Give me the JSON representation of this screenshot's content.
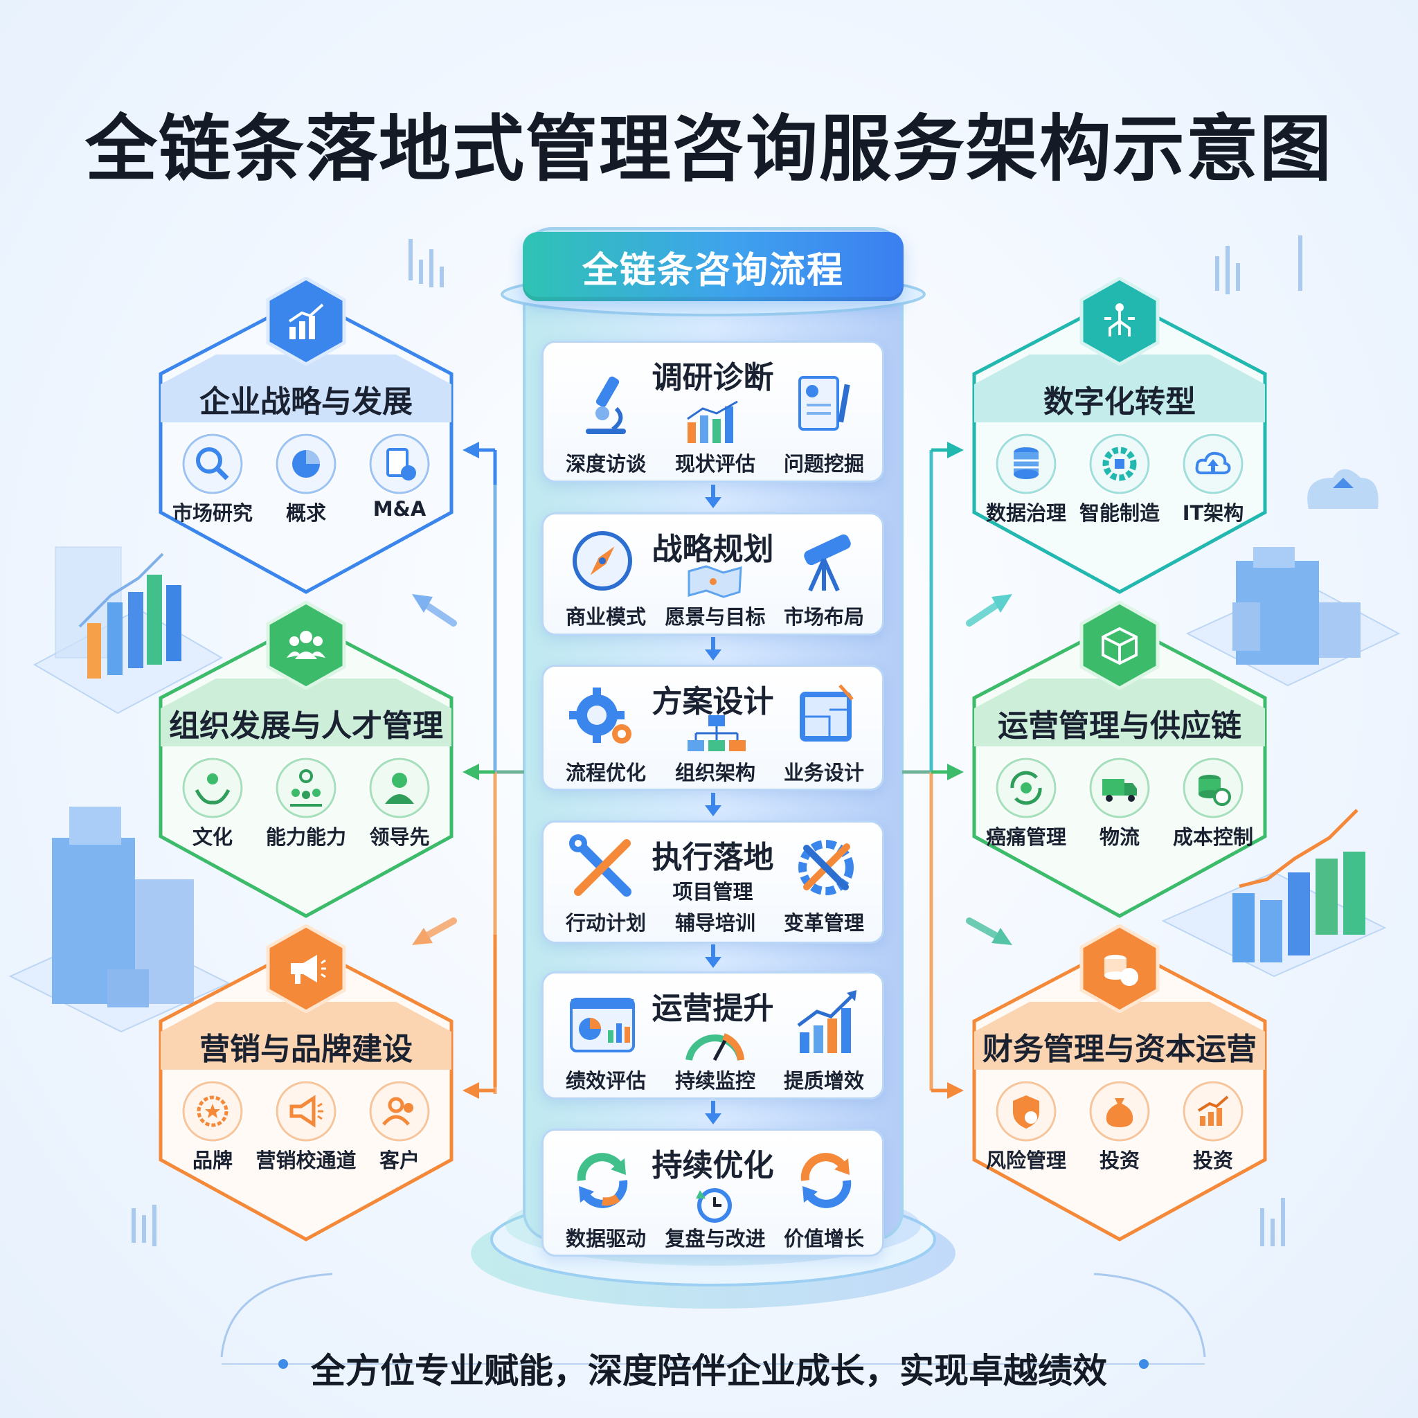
{
  "title": "全链条落地式管理咨询服务架构示意图",
  "slogan": "全方位专业赋能，深度陪伴企业成长，实现卓越绩效",
  "colors": {
    "blue": "#3b86ec",
    "teal": "#22b8b0",
    "green": "#3cbb6a",
    "orange": "#f5893a",
    "title": "#141a26"
  },
  "process": {
    "header": "全链条咨询流程",
    "steps": [
      {
        "title": "调研诊断",
        "items": [
          "深度访谈",
          "现状评估",
          "问题挖掘"
        ],
        "icons": [
          "microscope-icon",
          "bar-chart-icon",
          "report-icon"
        ]
      },
      {
        "title": "战略规划",
        "items": [
          "商业模式",
          "愿景与目标",
          "市场布局"
        ],
        "icons": [
          "compass-icon",
          "map-icon",
          "telescope-icon"
        ]
      },
      {
        "title": "方案设计",
        "items": [
          "流程优化",
          "组织架构",
          "业务设计"
        ],
        "icons": [
          "gear-icon",
          "org-chart-icon",
          "blueprint-icon"
        ]
      },
      {
        "title": "执行落地",
        "middle": "项目管理",
        "items": [
          "行动计划",
          "辅导培训",
          "变革管理"
        ],
        "icons": [
          "wrench-icon",
          "tools-gear-icon"
        ]
      },
      {
        "title": "运营提升",
        "items": [
          "绩效评估",
          "持续监控",
          "提质增效"
        ],
        "icons": [
          "dashboard-icon",
          "gauge-icon",
          "growth-chart-icon"
        ]
      },
      {
        "title": "持续优化",
        "items": [
          "数据驱动",
          "复盘与改进",
          "价值增长"
        ],
        "icons": [
          "cycle-icon",
          "clock-cycle-icon",
          "cycle-icon"
        ]
      }
    ]
  },
  "left_panels": [
    {
      "title": "企业战略与发展",
      "color": "blue",
      "badge_icon": "growth-chart-icon",
      "items": [
        "市场研究",
        "概求",
        "M&A"
      ],
      "icons": [
        "magnifier-icon",
        "pie-chart-icon",
        "document-money-icon"
      ]
    },
    {
      "title": "组织发展与人才管理",
      "color": "green",
      "badge_icon": "team-icon",
      "items": [
        "文化",
        "能力能力",
        "领导先"
      ],
      "icons": [
        "hands-person-icon",
        "team-gear-icon",
        "leader-icon"
      ]
    },
    {
      "title": "营销与品牌建设",
      "color": "orange",
      "badge_icon": "megaphone-icon",
      "items": [
        "品牌",
        "营销校通道",
        "客户"
      ],
      "icons": [
        "badge-star-icon",
        "megaphone-icon",
        "customers-icon"
      ]
    }
  ],
  "right_panels": [
    {
      "title": "数字化转型",
      "color": "teal",
      "badge_icon": "circuit-icon",
      "items": [
        "数据治理",
        "智能制造",
        "IT架构"
      ],
      "icons": [
        "database-icon",
        "chip-gear-icon",
        "cloud-upload-icon"
      ]
    },
    {
      "title": "运营管理与供应链",
      "color": "green",
      "badge_icon": "package-icon",
      "items": [
        "癌痛管理",
        "物流",
        "成本控制"
      ],
      "icons": [
        "cycle-gear-icon",
        "truck-icon",
        "coins-icon"
      ]
    },
    {
      "title": "财务管理与资本运营",
      "color": "orange",
      "badge_icon": "coins-dollar-icon",
      "items": [
        "风险管理",
        "投资",
        "投资"
      ],
      "icons": [
        "shield-icon",
        "money-bag-icon",
        "growth-chart-icon"
      ]
    }
  ]
}
